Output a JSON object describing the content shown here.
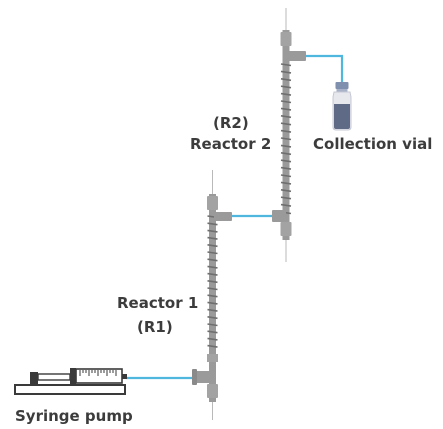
{
  "labels": {
    "r2_code": "(R2)",
    "r2_name": "Reactor 2",
    "collection": "Collection vial",
    "r1_name": "Reactor 1",
    "r1_code": "(R1)",
    "pump": "Syringe pump"
  },
  "colors": {
    "tubing": "#4fb6dd",
    "reactor": "#9a9a9a",
    "coil": "#6f6f6f",
    "label": "#3c3c3c",
    "vial_liquid": "#5f6b86",
    "vial_cap": "#7f8fae"
  },
  "icons": [
    "syringe-pump-icon",
    "collection-vial-icon",
    "reactor-coil-icon",
    "t-junction-icon"
  ]
}
